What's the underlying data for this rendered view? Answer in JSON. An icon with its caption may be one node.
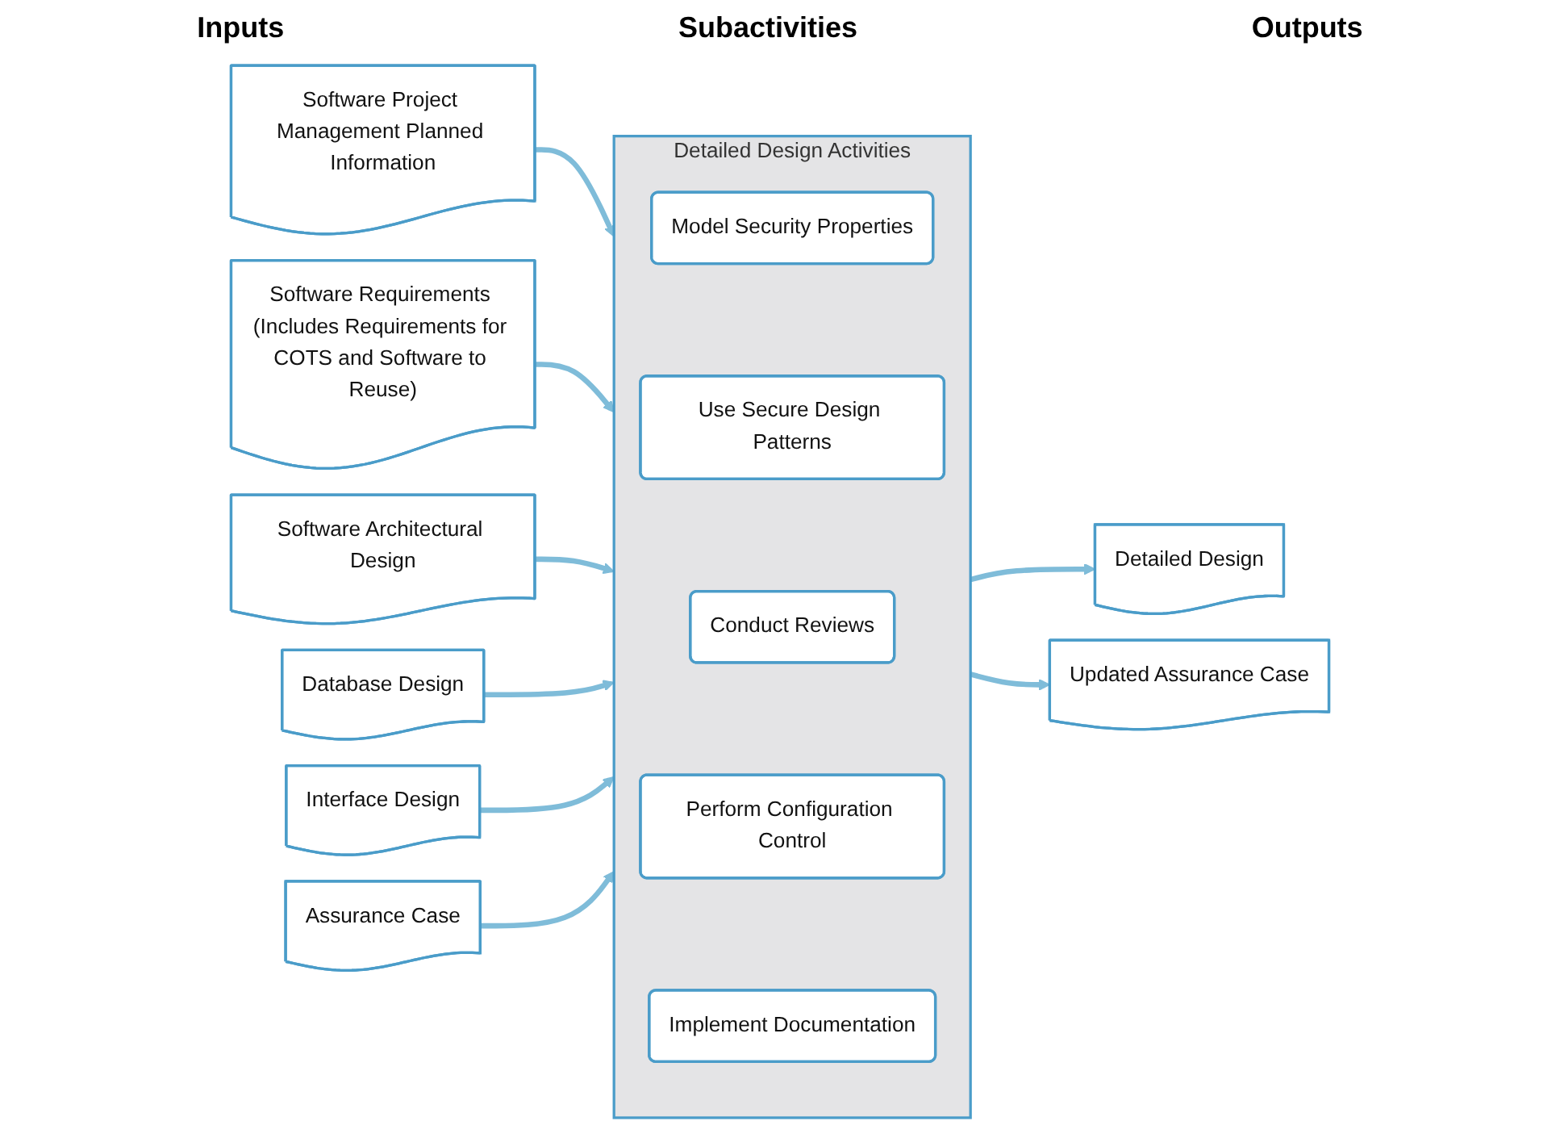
{
  "diagram": {
    "nodes": [
      {
        "text": [
          "Software Project Management Planned Information"
        ]
      },
      {
        "text": [
          "Software Requirements (Includes Requirements for COTS and Software to Reuse)"
        ]
      },
      {
        "text": [
          "Software Architectural Design"
        ]
      },
      {
        "text": [
          "Database Design"
        ]
      },
      {
        "text": [
          "Interface Design"
        ]
      },
      {
        "text": [
          "Assurance Case"
        ]
      },
      {
        "text": [
          "Detailed Design Activities"
        ]
      },
      {
        "text": [
          "Model Security Properties"
        ],
        "in": 6
      },
      {
        "text": [
          "Use Secure Design Patterns"
        ],
        "in": 6
      },
      {
        "text": [
          "Conduct Reviews"
        ],
        "in": 6
      },
      {
        "text": [
          "Perform Configuration Control"
        ],
        "in": 6
      },
      {
        "text": [
          "Implement Documentation"
        ],
        "in": 6
      },
      {
        "text": [
          "Detailed Design"
        ]
      },
      {
        "text": [
          "Updated Assurance Case"
        ]
      }
    ],
    "edges": [
      {
        "from": 0,
        "to": 6,
        "arrow": "to"
      },
      {
        "from": 1,
        "to": 6,
        "arrow": "to"
      },
      {
        "from": 2,
        "to": 6,
        "arrow": "to"
      },
      {
        "from": 3,
        "to": 6,
        "arrow": "to"
      },
      {
        "from": 4,
        "to": 6,
        "arrow": "to"
      },
      {
        "from": 5,
        "to": 6,
        "arrow": "to"
      },
      {
        "from": 6,
        "to": 12,
        "arrow": "to"
      },
      {
        "from": 6,
        "to": 13,
        "arrow": "to"
      }
    ],
    "labels": [
      "Inputs",
      "Subactivities",
      "Outputs"
    ]
  }
}
